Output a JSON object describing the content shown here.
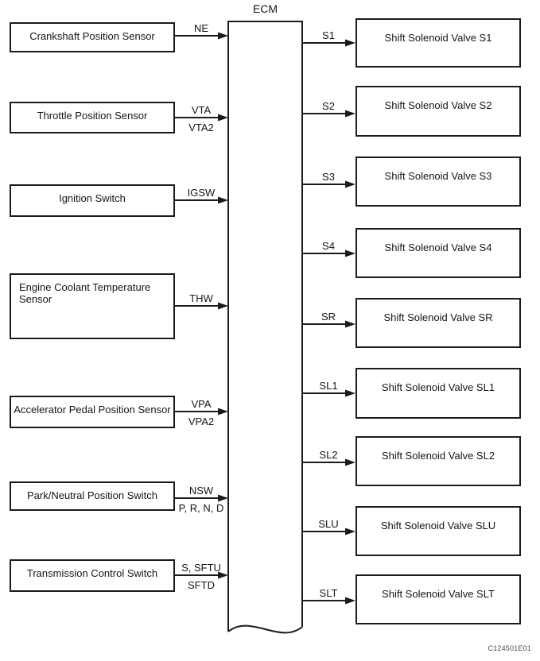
{
  "diagram": {
    "ecm_label": "ECM",
    "figure_code": "C124501E01",
    "colors": {
      "line": "#1b1b1b",
      "background": "#ffffff"
    },
    "inputs": [
      {
        "name": "Crankshaft Position Sensor",
        "signals_above": "NE",
        "signals_below": ""
      },
      {
        "name": "Throttle Position Sensor",
        "signals_above": "VTA",
        "signals_below": "VTA2"
      },
      {
        "name": "Ignition Switch",
        "signals_above": "IGSW",
        "signals_below": ""
      },
      {
        "name": "Engine Coolant Temperature Sensor",
        "signals_above": "THW",
        "signals_below": ""
      },
      {
        "name": "Accelerator Pedal Position Sensor",
        "signals_above": "VPA",
        "signals_below": "VPA2"
      },
      {
        "name": "Park/Neutral Position Switch",
        "signals_above": "NSW",
        "signals_below": "P, R, N, D"
      },
      {
        "name": "Transmission Control Switch",
        "signals_above": "S, SFTU",
        "signals_below": "SFTD"
      }
    ],
    "outputs": [
      {
        "signal": "S1",
        "name": "Shift Solenoid Valve S1"
      },
      {
        "signal": "S2",
        "name": "Shift Solenoid Valve S2"
      },
      {
        "signal": "S3",
        "name": "Shift Solenoid Valve S3"
      },
      {
        "signal": "S4",
        "name": "Shift Solenoid Valve S4"
      },
      {
        "signal": "SR",
        "name": "Shift Solenoid Valve SR"
      },
      {
        "signal": "SL1",
        "name": "Shift Solenoid Valve SL1"
      },
      {
        "signal": "SL2",
        "name": "Shift Solenoid Valve SL2"
      },
      {
        "signal": "SLU",
        "name": "Shift Solenoid Valve SLU"
      },
      {
        "signal": "SLT",
        "name": "Shift Solenoid Valve SLT"
      }
    ]
  }
}
